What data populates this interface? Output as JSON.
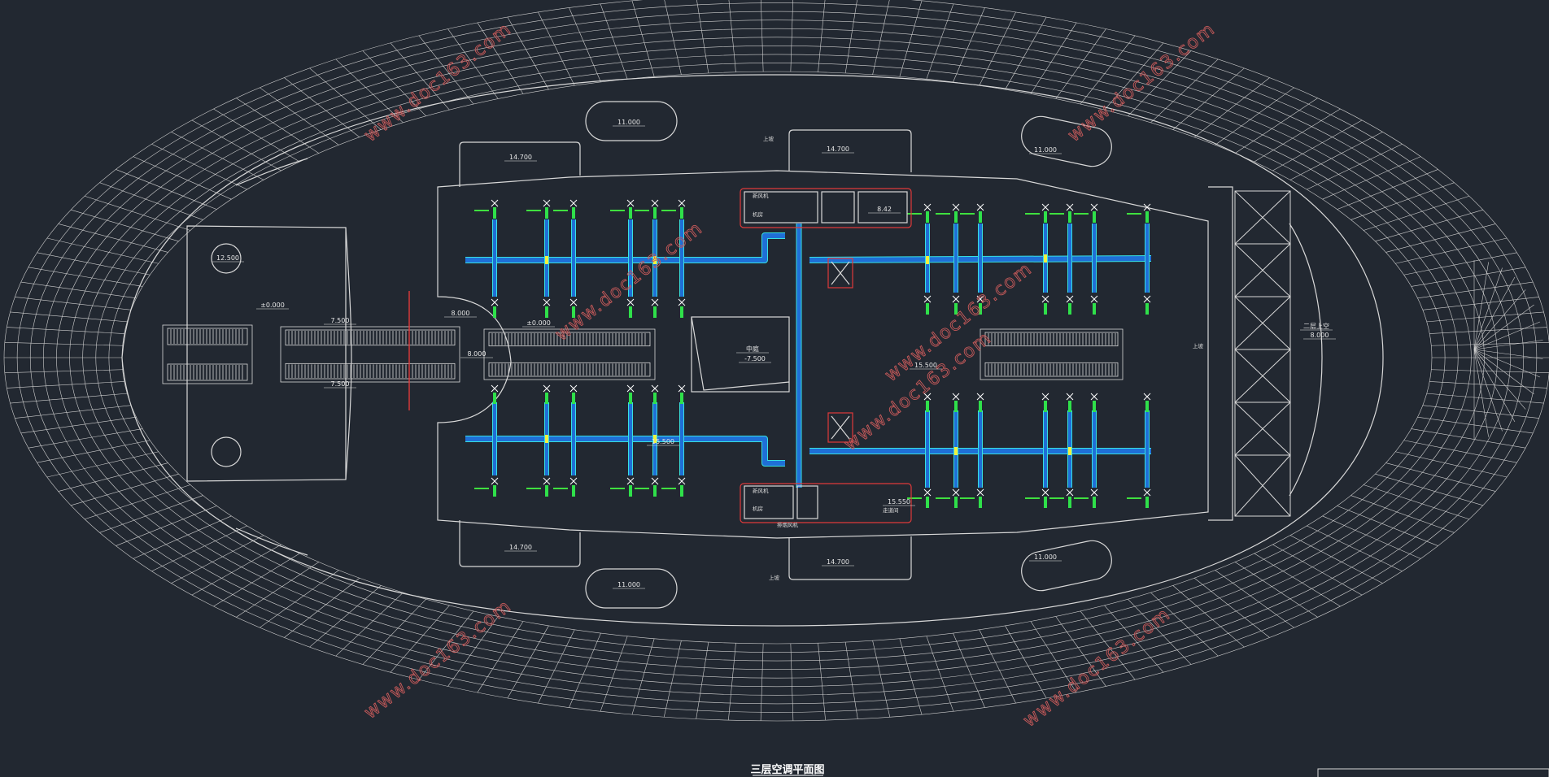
{
  "drawing": {
    "title": "三层空调平面图",
    "colors": {
      "background": "#222831",
      "linework": "#d8d8d8",
      "duct": "#1f6fd6",
      "duct_edge": "#38e0e0",
      "diffuser": "#2fe04a",
      "label_green": "#3fe03f",
      "red": "#e03a3a",
      "watermark": "#c85a5a",
      "yellow": "#f0f040"
    }
  },
  "elevations": [
    {
      "id": "top-island-left",
      "text": "11.000"
    },
    {
      "id": "top-island-right",
      "text": "11.000"
    },
    {
      "id": "bottom-island-left",
      "text": "11.000"
    },
    {
      "id": "bottom-island-right",
      "text": "11.000"
    },
    {
      "id": "top-room-left",
      "text": "14.700"
    },
    {
      "id": "top-room-mid",
      "text": "14.700"
    },
    {
      "id": "bottom-room-left",
      "text": "14.700"
    },
    {
      "id": "bottom-room-mid",
      "text": "14.700"
    },
    {
      "id": "west-circle-top",
      "text": "12.500"
    },
    {
      "id": "west-atrium",
      "text": "±0.000"
    },
    {
      "id": "stair-top",
      "text": "7.500"
    },
    {
      "id": "stair-bottom",
      "text": "7.500"
    },
    {
      "id": "west-edge",
      "text": "8.000"
    },
    {
      "id": "west-edge-2",
      "text": "8.000"
    },
    {
      "id": "escalator-mid",
      "text": "±0.000"
    },
    {
      "id": "center-void",
      "text": "-7.500"
    },
    {
      "id": "center-void-label",
      "text": "中庭"
    },
    {
      "id": "center-mid",
      "text": "15.500"
    },
    {
      "id": "east-mid",
      "text": "15.500"
    },
    {
      "id": "core-bottom",
      "text": "15.550"
    },
    {
      "id": "east-stair",
      "text": "8.000"
    },
    {
      "id": "east-stair-label",
      "text": "二层上空"
    },
    {
      "id": "core-top",
      "text": "8.42"
    }
  ],
  "labels": {
    "up_top": "上坡",
    "up_bottom": "上坡",
    "east_up": "上坡",
    "core_top_room_1": "新风机",
    "core_top_room_2": "机房",
    "core_bottom_room_1": "新风机",
    "core_bottom_room_2": "机房",
    "core_bottom_note": "排烟风机",
    "core_bottom_right": "走道间"
  },
  "watermarks": [
    {
      "id": "wm-1",
      "text": "www.doc163.com"
    },
    {
      "id": "wm-2",
      "text": "www.doc163.com"
    },
    {
      "id": "wm-3",
      "text": "www.doc163.com"
    },
    {
      "id": "wm-4",
      "text": "www.doc163.com"
    },
    {
      "id": "wm-5",
      "text": "www.doc163.com"
    },
    {
      "id": "wm-6",
      "text": "www.doc163.com"
    },
    {
      "id": "wm-7",
      "text": "www.doc163.com"
    }
  ]
}
